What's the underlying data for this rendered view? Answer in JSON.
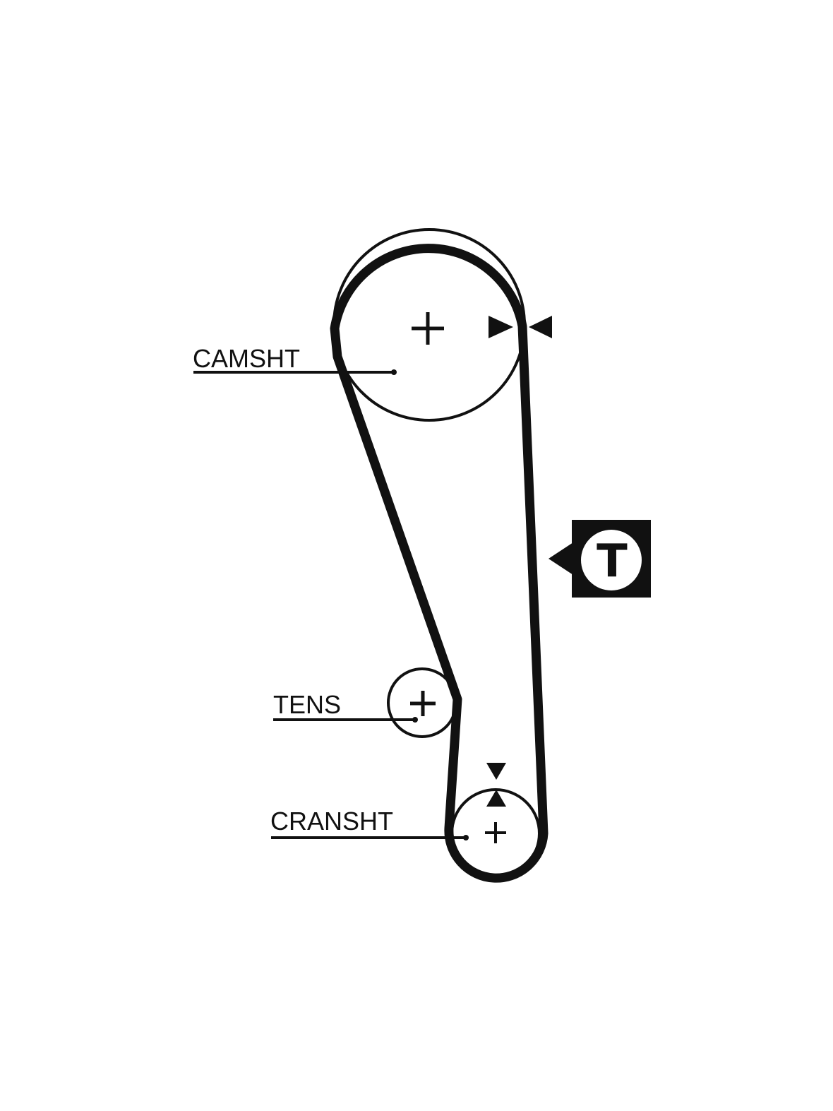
{
  "diagram": {
    "labels": {
      "camshaft": "CAMSHT",
      "tensioner": "TENS",
      "crankshaft": "CRANSHT"
    },
    "tension_badge": {
      "letter": "T"
    },
    "colors": {
      "ink": "#111111",
      "background": "#ffffff"
    }
  }
}
